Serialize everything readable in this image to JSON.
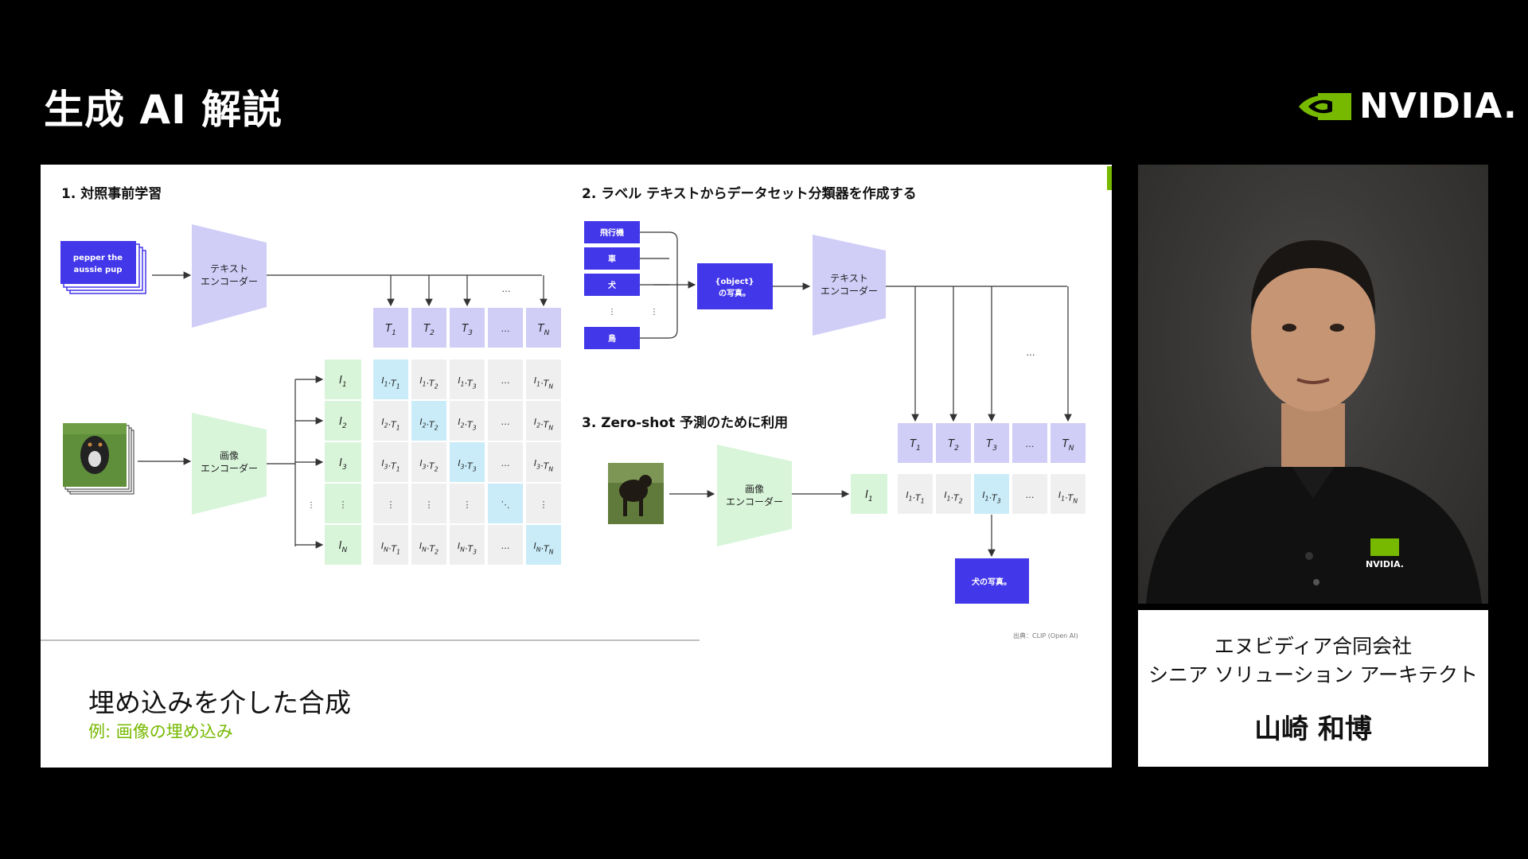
{
  "header": {
    "title": "生成 AI 解説",
    "brand": "NVIDIA."
  },
  "slide": {
    "section1": {
      "heading": "1. 対照事前学習",
      "text_input": "pepper the aussie pup",
      "text_encoder": "テキスト エンコーダー",
      "image_encoder": "画像 エンコーダー",
      "t_labels": [
        "T1",
        "T2",
        "T3",
        "…",
        "TN"
      ],
      "i_labels": [
        "I1",
        "I2",
        "I3",
        "⋮",
        "IN"
      ],
      "ellipsis": "…"
    },
    "section2": {
      "heading": "2. ラベル テキストからデータセット分類器を作成する",
      "labels": [
        "飛行機",
        "車",
        "犬",
        "⋮",
        "鳥"
      ],
      "template_line1": "{object}",
      "template_line2": "の写真。",
      "text_encoder": "テキスト エンコーダー",
      "t_labels": [
        "T1",
        "T2",
        "T3",
        "…",
        "TN"
      ],
      "ellipsis": "…"
    },
    "section3": {
      "heading": "3. Zero-shot 予測のために利用",
      "image_encoder": "画像 エンコーダー",
      "i_label": "I1",
      "result": "犬の写真。"
    },
    "source": "出典：CLIP (Open AI)",
    "caption_title": "埋め込みを介した合成",
    "caption_subtitle": "例: 画像の埋め込み"
  },
  "namecard": {
    "company": "エヌビディア合同会社",
    "role": "シニア ソリューション アーキテクト",
    "name": "山崎 和博"
  },
  "colors": {
    "accent_green": "#76b900",
    "purple_light": "#d0cdf7",
    "purple_dark": "#4337ea",
    "green_light": "#d8f5d9",
    "cyan_light": "#c9ecf8",
    "cell_gray": "#efefef"
  }
}
